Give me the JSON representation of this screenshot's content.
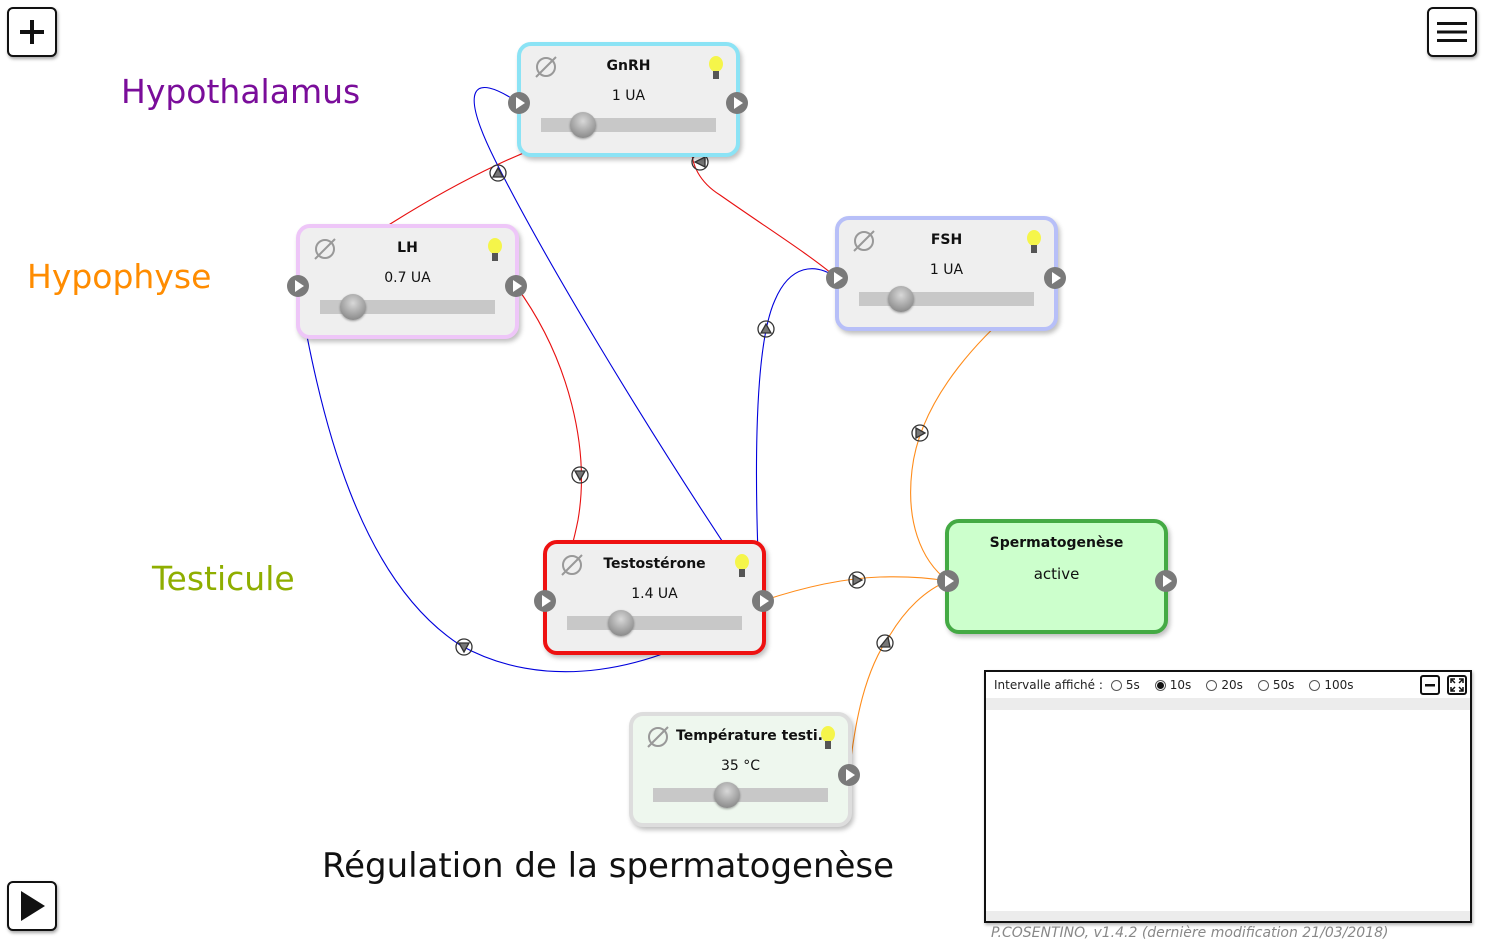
{
  "toolbar": {
    "add_icon": "plus-icon",
    "menu_icon": "hamburger-menu-icon",
    "play_icon": "play-icon"
  },
  "regions": [
    {
      "label": "Hypothalamus",
      "color": "#7a0d9a"
    },
    {
      "label": "Hypophyse",
      "color": "#ff8c00"
    },
    {
      "label": "Testicule",
      "color": "#8fae00"
    }
  ],
  "nodes": [
    {
      "id": "gnrh",
      "title": "GnRH",
      "value": "1 UA",
      "slider_fraction": 0.24,
      "border": "#8be3f5",
      "bg": "#efefef",
      "has_slider": true
    },
    {
      "id": "lh",
      "title": "LH",
      "value": "0.7 UA",
      "slider_fraction": 0.19,
      "border": "#eec6f8",
      "bg": "#efefef",
      "has_slider": true
    },
    {
      "id": "fsh",
      "title": "FSH",
      "value": "1 UA",
      "slider_fraction": 0.24,
      "border": "#b7bff8",
      "bg": "#efefef",
      "has_slider": true
    },
    {
      "id": "testosterone",
      "title": "Testostérone",
      "value": "1.4 UA",
      "slider_fraction": 0.31,
      "border": "#ee1111",
      "bg": "#efefef",
      "has_slider": true
    },
    {
      "id": "spermatogenese",
      "title": "Spermatogenèse",
      "value": "active",
      "border": "#44aa44",
      "bg": "#ccffcc",
      "has_slider": false
    },
    {
      "id": "temperature",
      "title": "Température testi.",
      "value": "35 °C",
      "slider_fraction": 0.42,
      "border": "#dddddd",
      "bg": "#eef7ee",
      "has_slider": true
    }
  ],
  "links": [
    {
      "from": "lh",
      "to": "gnrh",
      "color": "#e81010",
      "type": "inhibition"
    },
    {
      "from": "testosterone",
      "to": "gnrh",
      "color": "#0000dd",
      "type": "inhibition"
    },
    {
      "from": "gnrh",
      "to": "fsh",
      "color": "#e81010",
      "type": "activation"
    },
    {
      "from": "lh",
      "to": "testosterone",
      "color": "#e81010",
      "type": "activation"
    },
    {
      "from": "testosterone",
      "to": "lh",
      "color": "#0000dd",
      "type": "inhibition"
    },
    {
      "from": "testosterone",
      "to": "fsh",
      "color": "#0000dd",
      "type": "inhibition"
    },
    {
      "from": "fsh",
      "to": "spermatogenese",
      "color": "#ff8c1a",
      "type": "activation"
    },
    {
      "from": "testosterone",
      "to": "spermatogenese",
      "color": "#ff8c1a",
      "type": "activation"
    },
    {
      "from": "temperature",
      "to": "spermatogenese",
      "color": "#ff8c1a",
      "type": "inhibition"
    }
  ],
  "main_title": "Régulation de la spermatogenèse",
  "graph_panel": {
    "interval_label": "Intervalle affiché :",
    "options": [
      "5s",
      "10s",
      "20s",
      "50s",
      "100s"
    ],
    "selected": "10s",
    "minimize_icon": "minimize-icon",
    "fullscreen_icon": "fullscreen-icon"
  },
  "footer": "P.COSENTINO, v1.4.2 (dernière modification 21/03/2018)"
}
